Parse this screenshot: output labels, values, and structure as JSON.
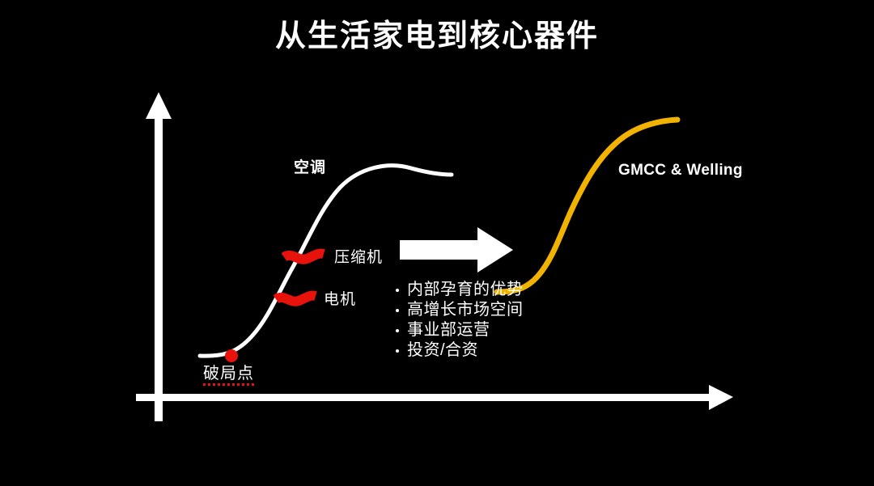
{
  "slide": {
    "title": "从生活家电到核心器件",
    "background_color": "#000000",
    "text_color": "#ffffff"
  },
  "diagram": {
    "axes": {
      "color": "#ffffff",
      "y_axis_name": "vertical-axis-arrow",
      "x_axis_name": "horizontal-axis-arrow"
    },
    "curve_existing": {
      "name": "s-curve-appliance",
      "color": "#ffffff",
      "label": "空调"
    },
    "curve_new": {
      "name": "s-curve-components",
      "color": "#f2b200",
      "label": "GMCC & Welling"
    },
    "breakpoint": {
      "label": "破局点",
      "dot_color": "#e8120c",
      "underline_color": "#e8120c"
    },
    "markers": [
      {
        "label": "压缩机",
        "color": "#e8120c"
      },
      {
        "label": "电机",
        "color": "#e8120c"
      }
    ],
    "arrow": {
      "name": "transition-arrow",
      "color": "#ffffff"
    },
    "bullets": [
      "内部孕育的优势",
      "高增长市场空间",
      "事业部运营",
      "投资/合资"
    ]
  },
  "chart_data": {
    "type": "line",
    "title": "从生活家电到核心器件",
    "xlabel": "",
    "ylabel": "",
    "grid": false,
    "legend": "none",
    "annotations": [
      "空调",
      "压缩机",
      "电机",
      "破局点",
      "GMCC & Welling",
      "内部孕育的优势",
      "高增长市场空间",
      "事业部运营",
      "投资/合资"
    ],
    "series": [
      {
        "name": "空调",
        "color": "#ffffff",
        "x": [
          0.08,
          0.14,
          0.2,
          0.26,
          0.32,
          0.38,
          0.44,
          0.5,
          0.56
        ],
        "values": [
          0.13,
          0.14,
          0.22,
          0.42,
          0.62,
          0.8,
          0.89,
          0.92,
          0.9
        ]
      },
      {
        "name": "GMCC & Welling",
        "color": "#f2b200",
        "x": [
          0.6,
          0.66,
          0.72,
          0.78,
          0.84,
          0.9
        ],
        "values": [
          0.35,
          0.37,
          0.55,
          0.8,
          0.96,
          1.0
        ]
      }
    ],
    "points": [
      {
        "name": "破局点",
        "x": 0.13,
        "y": 0.14,
        "color": "#e8120c"
      }
    ]
  }
}
